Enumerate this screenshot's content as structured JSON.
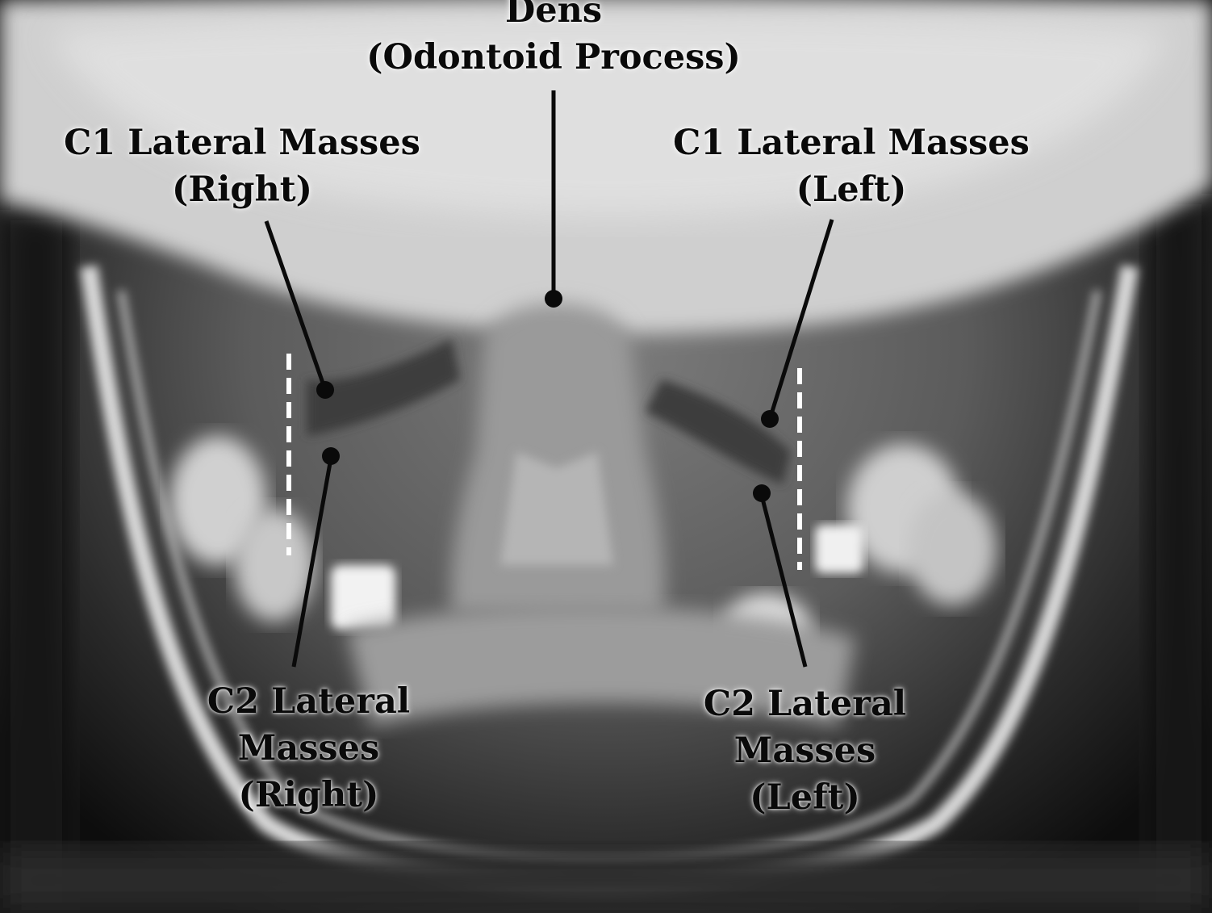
{
  "labels": {
    "dens": {
      "line1": "Dens",
      "line2": "(Odontoid Process)"
    },
    "c1_right": {
      "line1": "C1 Lateral Masses",
      "line2": "(Right)"
    },
    "c1_left": {
      "line1": "C1 Lateral Masses",
      "line2": "(Left)"
    },
    "c2_right": {
      "line1": "C2 Lateral",
      "line2": "Masses",
      "line3": "(Right)"
    },
    "c2_left": {
      "line1": "C2 Lateral",
      "line2": "Masses",
      "line3": "(Left)"
    }
  },
  "colors": {
    "label_text": "#0a0a0a",
    "pointer_line": "#0a0a0a",
    "alignment_guide": "#ffffff"
  }
}
